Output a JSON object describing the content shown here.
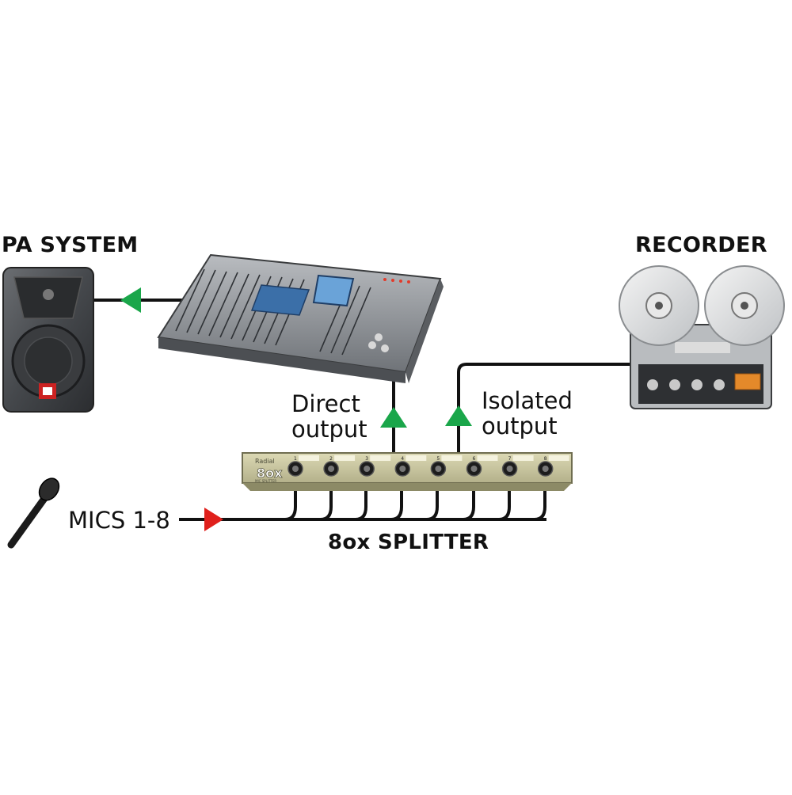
{
  "labels": {
    "pa_system": "PA SYSTEM",
    "recorder": "RECORDER",
    "direct_output_line1": "Direct",
    "direct_output_line2": "output",
    "isolated_output_line1": "Isolated",
    "isolated_output_line2": "output",
    "mics": "MICS 1-8",
    "splitter": "8ox SPLITTER"
  },
  "splitter_panel": {
    "brand": "Radial",
    "model": "8ox",
    "subtitle": "MIC SPLITTER",
    "channels": [
      "1",
      "2",
      "3",
      "4",
      "5",
      "6",
      "7",
      "8"
    ]
  },
  "colors": {
    "output_arrow": "#1aa64a",
    "input_arrow": "#e0201c",
    "cable": "#111111",
    "panel": "#c9c6a0"
  },
  "icons": [
    "speaker-icon",
    "mixing-console-icon",
    "reel-to-reel-recorder-icon",
    "microphone-icon",
    "rack-splitter-icon"
  ]
}
